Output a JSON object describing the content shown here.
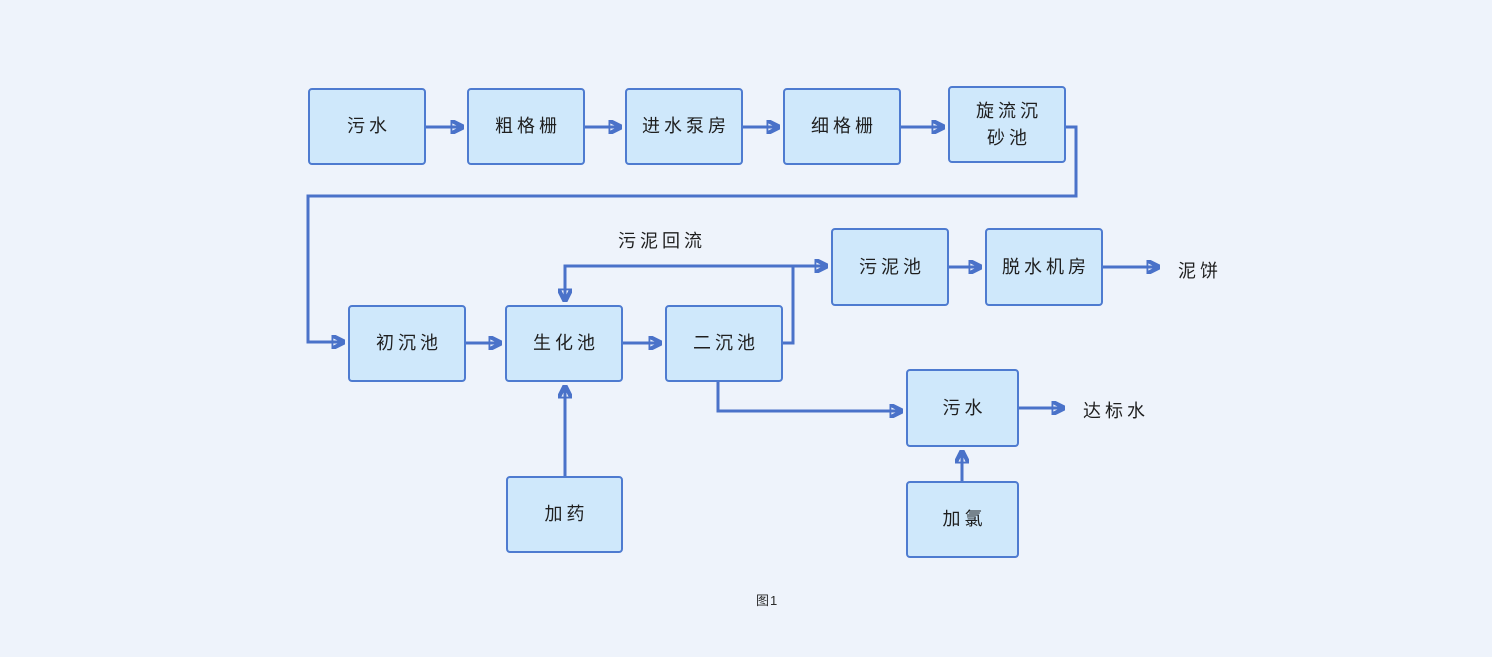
{
  "figure": {
    "caption": "图1"
  },
  "colors": {
    "background": "#eef3fb",
    "box_fill": "#cfe8fb",
    "box_border": "#4e7bd0",
    "line": "#4a72c9",
    "text": "#1f1f1f"
  },
  "nodes": {
    "sewage_in": {
      "label": "污水"
    },
    "coarse_screen": {
      "label": "粗格栅"
    },
    "inlet_pump_house": {
      "label": "进水泵房"
    },
    "fine_screen": {
      "label": "细格栅"
    },
    "cyclone_grit_chamber": {
      "label": "旋流沉砂池"
    },
    "primary_sedimentation_tank": {
      "label": "初沉池"
    },
    "biochemical_tank": {
      "label": "生化池"
    },
    "secondary_sedimentation_tank": {
      "label": "二沉池"
    },
    "sludge_tank": {
      "label": "污泥池"
    },
    "dewatering_room": {
      "label": "脱水机房"
    },
    "effluent": {
      "label": "污水"
    },
    "chlorination": {
      "label": "加氯"
    },
    "dosing": {
      "label": "加药"
    }
  },
  "labels": {
    "sludge_return": "污泥回流",
    "mud_cake": "泥饼",
    "standard_water": "达标水"
  }
}
